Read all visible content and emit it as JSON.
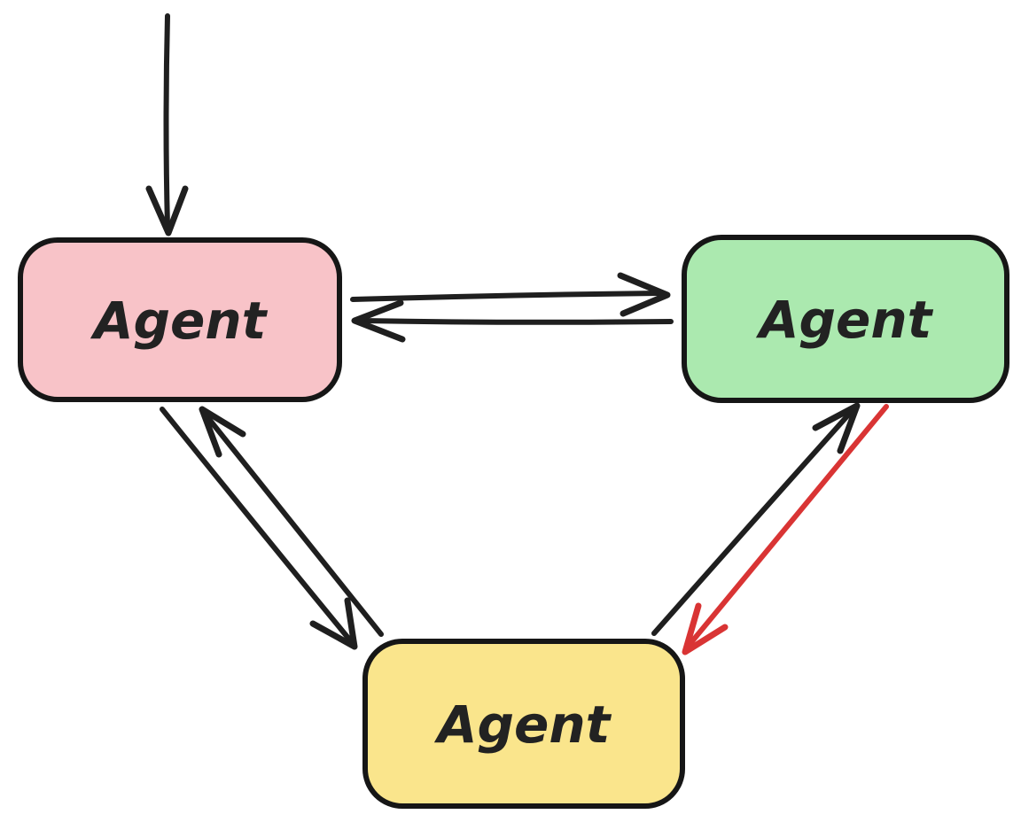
{
  "diagram": {
    "background": "#ffffff",
    "colors": {
      "black": "#1f1f1f",
      "red": "#d93434",
      "node_border": "#161616",
      "text": "#222222"
    },
    "nodes": [
      {
        "id": "agent-pink",
        "label": "Agent",
        "fill": "#f8c3c8",
        "position": "top-left"
      },
      {
        "id": "agent-green",
        "label": "Agent",
        "fill": "#abe9af",
        "position": "top-right"
      },
      {
        "id": "agent-yellow",
        "label": "Agent",
        "fill": "#fae58c",
        "position": "bottom-center"
      }
    ],
    "edges": [
      {
        "id": "external-input-to-pink",
        "from": "external",
        "to": "agent-pink",
        "color": "#1f1f1f"
      },
      {
        "id": "pink-to-green",
        "from": "agent-pink",
        "to": "agent-green",
        "color": "#1f1f1f"
      },
      {
        "id": "green-to-pink",
        "from": "agent-green",
        "to": "agent-pink",
        "color": "#1f1f1f"
      },
      {
        "id": "pink-to-yellow",
        "from": "agent-pink",
        "to": "agent-yellow",
        "color": "#1f1f1f"
      },
      {
        "id": "yellow-to-pink",
        "from": "agent-yellow",
        "to": "agent-pink",
        "color": "#1f1f1f"
      },
      {
        "id": "yellow-to-green",
        "from": "agent-yellow",
        "to": "agent-green",
        "color": "#1f1f1f"
      },
      {
        "id": "green-to-yellow",
        "from": "agent-green",
        "to": "agent-yellow",
        "color": "#d93434"
      }
    ]
  }
}
